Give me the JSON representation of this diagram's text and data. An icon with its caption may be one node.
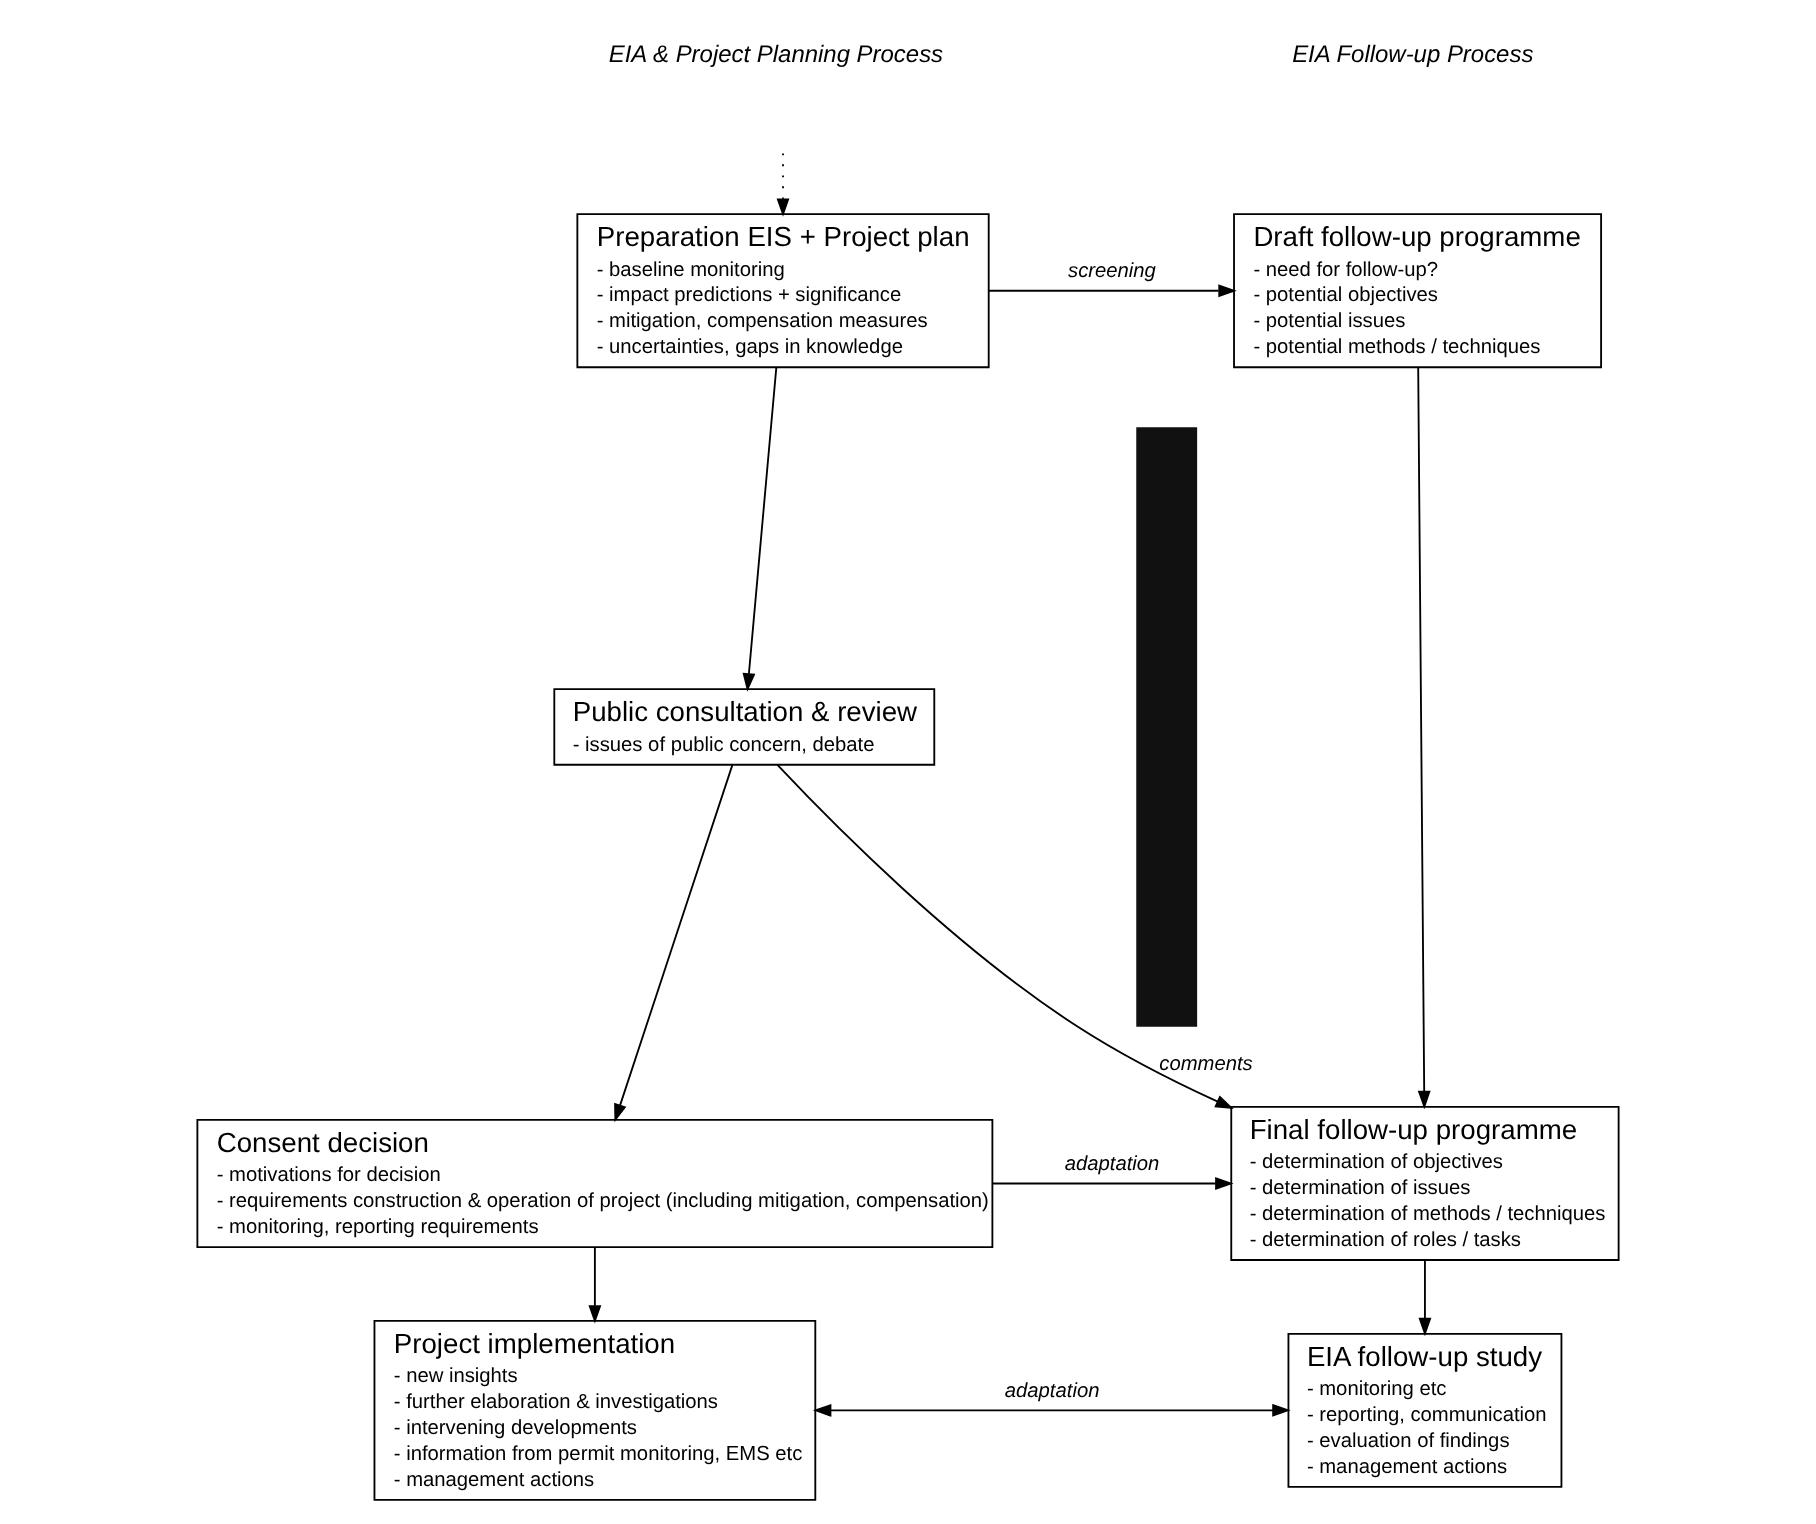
{
  "diagram": {
    "nodes": [
      {
        "text": [
          "Preparation EIS + Project plan",
          "- baseline monitoring",
          "- impact predictions + significance",
          "- mitigation, compensation measures",
          "- uncertainties, gaps in knowledge"
        ]
      },
      {
        "text": [
          "Public consultation & review",
          "- issues of public concern, debate"
        ]
      },
      {
        "text": [
          "Consent decision",
          "- motivations for decision",
          "- requirements construction & operation of project (including mitigation, compensation)",
          "- monitoring, reporting requirements"
        ]
      },
      {
        "text": [
          "Project implementation",
          "- new insights",
          "- further elaboration & investigations",
          "- intervening developments",
          "- information from permit monitoring, EMS etc",
          "- management actions"
        ]
      },
      {
        "text": [
          "Draft follow-up programme",
          "- need for follow-up?",
          "- potential objectives",
          "- potential issues",
          "- potential methods / techniques"
        ]
      },
      {
        "text": [
          "Final follow-up programme",
          "- determination of objectives",
          "- determination of issues",
          "- determination of methods / techniques",
          "- determination of roles / tasks"
        ]
      },
      {
        "text": [
          "EIA follow-up study",
          "- monitoring etc",
          "- reporting, communication",
          "- evaluation of findings",
          "- management actions"
        ]
      },
      {
        "text": [],
        "shape": "bar"
      }
    ],
    "edges": [
      {
        "from": null,
        "to": 0,
        "arrow": "to",
        "style": "dashed"
      },
      {
        "from": 0,
        "to": 4,
        "arrow": "to",
        "label": "screening"
      },
      {
        "from": 0,
        "to": 1,
        "arrow": "to"
      },
      {
        "from": 1,
        "to": 5,
        "arrow": "to",
        "label": "comments"
      },
      {
        "from": 4,
        "to": 5,
        "arrow": "to"
      },
      {
        "from": 1,
        "to": 2,
        "arrow": "to"
      },
      {
        "from": 2,
        "to": 5,
        "arrow": "to",
        "label": "adaptation"
      },
      {
        "from": 2,
        "to": 3,
        "arrow": "to"
      },
      {
        "from": 5,
        "to": 6,
        "arrow": "to"
      },
      {
        "from": 6,
        "to": 3,
        "arrow": "both",
        "label": "adaptation"
      }
    ],
    "labels": [
      "EIA & Project Planning Process",
      "EIA Follow-up Process"
    ]
  }
}
